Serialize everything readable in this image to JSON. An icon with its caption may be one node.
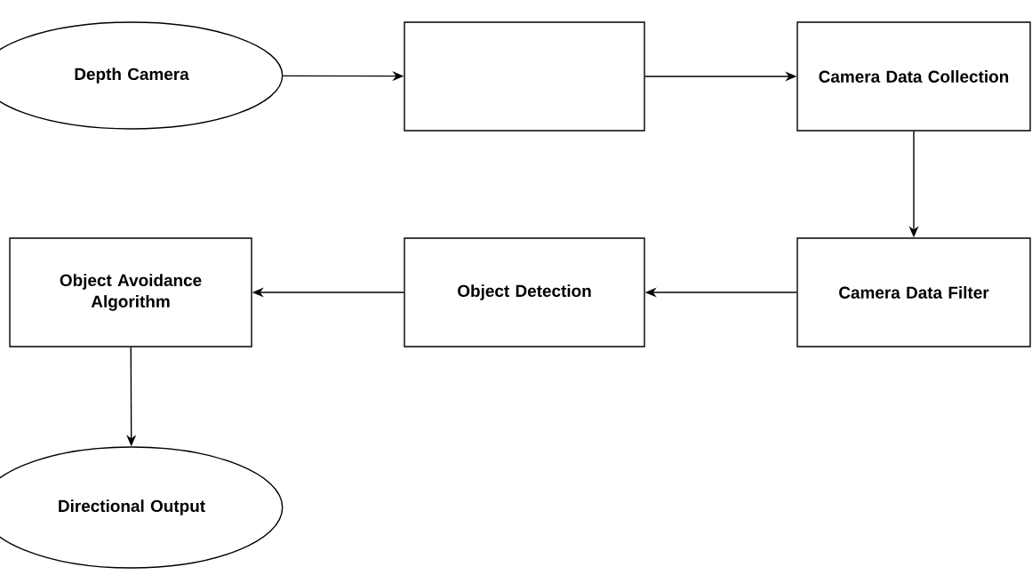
{
  "diagram": {
    "nodes": [
      {
        "text": [
          "Depth Camera"
        ]
      },
      {
        "text": [],
        "shape": "box"
      },
      {
        "text": [
          "Camera Data Collection"
        ]
      },
      {
        "text": [
          "Camera Data Filter"
        ]
      },
      {
        "text": [
          "Object Detection"
        ]
      },
      {
        "text": [
          "Object Avoidance Algorithm"
        ]
      },
      {
        "text": [
          "Directional Output"
        ]
      }
    ],
    "edges": [
      {
        "from": 0,
        "to": 1,
        "arrow": "to"
      },
      {
        "from": 1,
        "to": 2,
        "arrow": "to"
      },
      {
        "from": 2,
        "to": 3,
        "arrow": "to"
      },
      {
        "from": 3,
        "to": 4,
        "arrow": "to"
      },
      {
        "from": 4,
        "to": 5,
        "arrow": "to"
      },
      {
        "from": 5,
        "to": 6,
        "arrow": "to"
      }
    ]
  }
}
